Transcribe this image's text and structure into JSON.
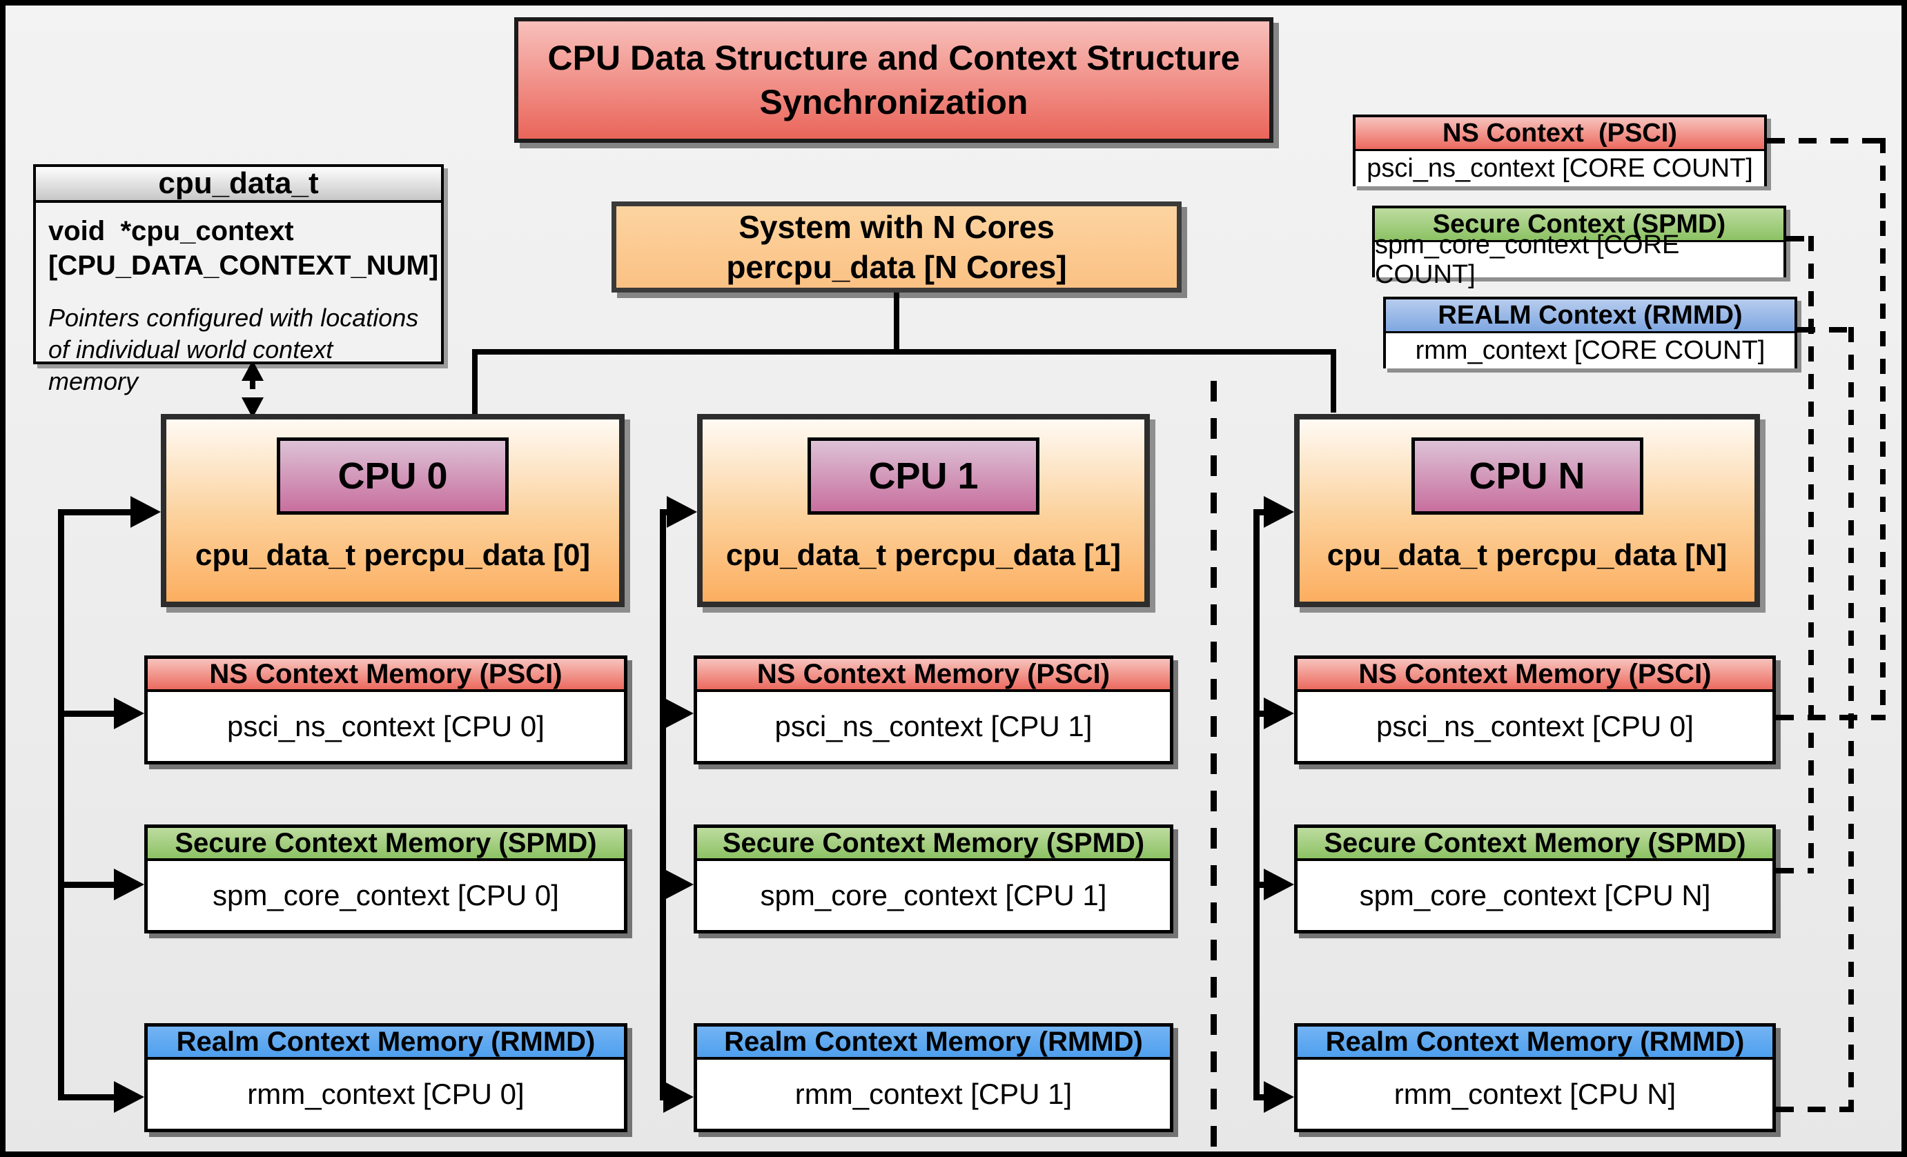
{
  "title": {
    "line1": "CPU Data Structure and Context Structure",
    "line2": "Synchronization"
  },
  "cpu_data_t_box": {
    "header": "cpu_data_t",
    "field_line1": "void  *cpu_context",
    "field_line2": "[CPU_DATA_CONTEXT_NUM]",
    "note_line1": "Pointers configured with locations",
    "note_line2": "of individual world context memory"
  },
  "system_box": {
    "line1": "System with N Cores",
    "line2": "percpu_data [N Cores]"
  },
  "legend": [
    {
      "header": "NS Context  (PSCI)",
      "body": "psci_ns_context [CORE COUNT]",
      "header_color": "#ec6a5f"
    },
    {
      "header": "Secure Context (SPMD)",
      "body": "spm_core_context [CORE COUNT]",
      "header_color": "#8cc264"
    },
    {
      "header": "REALM Context (RMMD)",
      "body": "rmm_context [CORE COUNT]",
      "header_color": "#7fa7e2"
    }
  ],
  "columns": [
    {
      "cpu_label": "CPU 0",
      "cpu_caption": "cpu_data_t percpu_data [0]",
      "ns": {
        "header": "NS Context Memory (PSCI)",
        "body": "psci_ns_context [CPU 0]"
      },
      "secure": {
        "header": "Secure Context Memory (SPMD)",
        "body": "spm_core_context [CPU 0]"
      },
      "realm": {
        "header": "Realm Context Memory (RMMD)",
        "body": "rmm_context [CPU 0]"
      }
    },
    {
      "cpu_label": "CPU 1",
      "cpu_caption": "cpu_data_t percpu_data [1]",
      "ns": {
        "header": "NS Context Memory (PSCI)",
        "body": "psci_ns_context [CPU 1]"
      },
      "secure": {
        "header": "Secure Context Memory (SPMD)",
        "body": "spm_core_context [CPU 1]"
      },
      "realm": {
        "header": "Realm Context Memory (RMMD)",
        "body": "rmm_context [CPU 1]"
      }
    },
    {
      "cpu_label": "CPU N",
      "cpu_caption": "cpu_data_t percpu_data [N]",
      "ns": {
        "header": "NS Context Memory (PSCI)",
        "body": "psci_ns_context [CPU 0]"
      },
      "secure": {
        "header": "Secure Context Memory (SPMD)",
        "body": "spm_core_context [CPU N]"
      },
      "realm": {
        "header": "Realm Context Memory (RMMD)",
        "body": "rmm_context [CPU N]"
      }
    }
  ],
  "colors": {
    "background": "#ededed",
    "frame": "#000000",
    "title_fill_top": "#f8c0bb",
    "title_fill_bottom": "#ea655a",
    "system_fill": "#fbc992",
    "ns_red": "#ec6a5f",
    "secure_green": "#8cc264",
    "realm_blue": "#4e9fee",
    "realm_blue_legend": "#7fa7e2",
    "cpu_orange": "#fcae60",
    "cpu_inner_pink": "#c86f9e",
    "struct_gray": "#c7c7c7"
  }
}
